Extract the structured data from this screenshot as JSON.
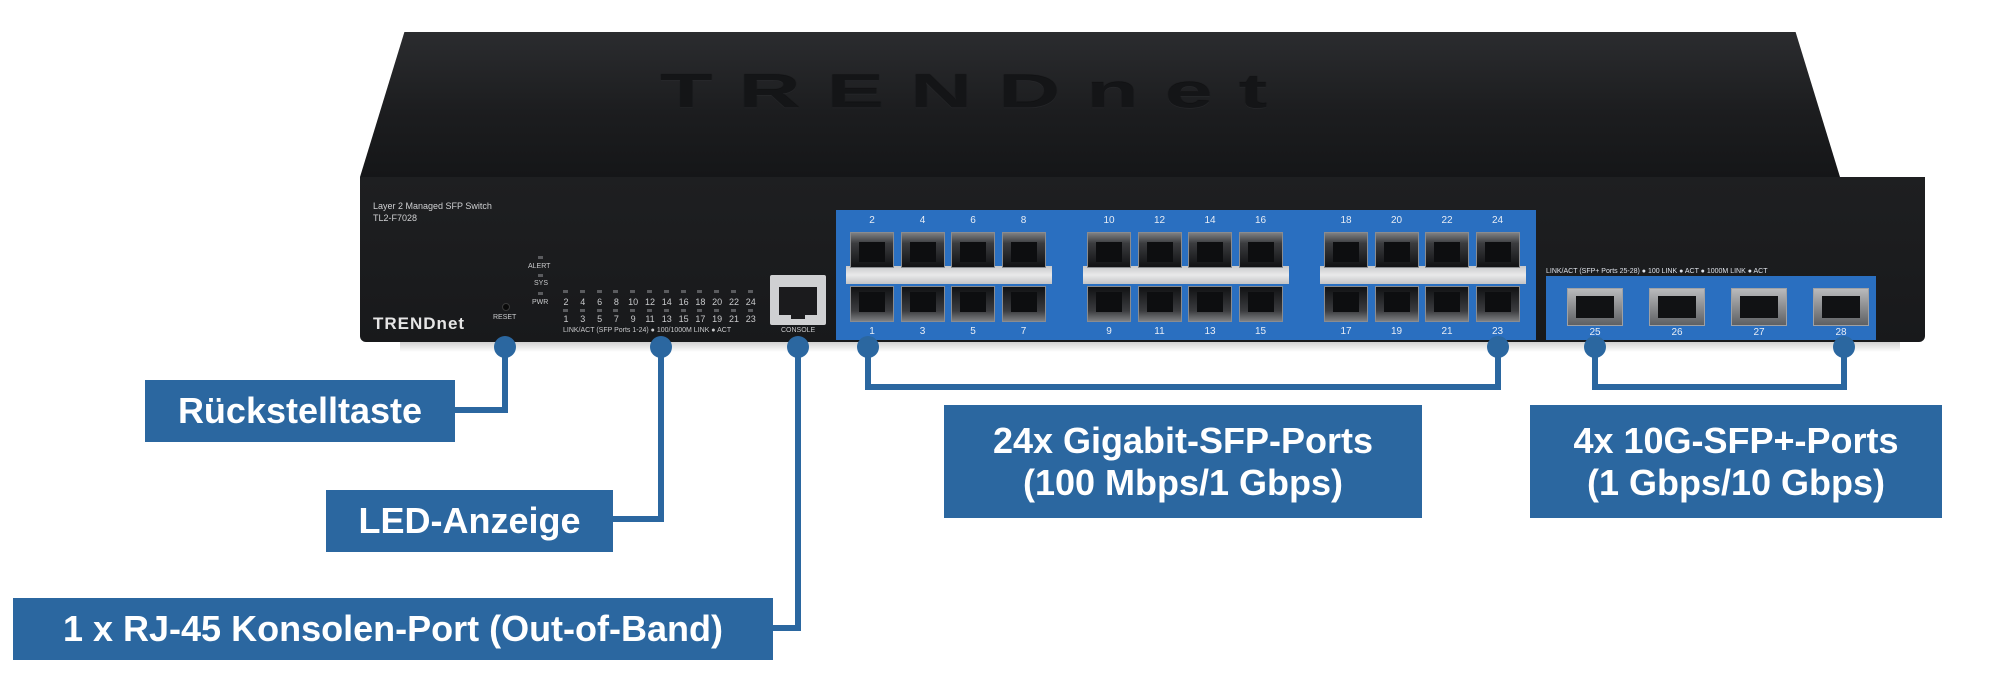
{
  "device": {
    "top_logo": "TRENDnet",
    "model_line1": "Layer 2 Managed SFP Switch",
    "model_line2": "TL2-F7028",
    "brand": "TRENDnet",
    "reset_label": "RESET",
    "status_leds": [
      "ALERT",
      "SYS",
      "PWR"
    ],
    "led_numbers_top": [
      "2",
      "4",
      "6",
      "8",
      "10",
      "12",
      "14",
      "16",
      "18",
      "20",
      "22",
      "24"
    ],
    "led_numbers_bottom": [
      "1",
      "3",
      "5",
      "7",
      "9",
      "11",
      "13",
      "15",
      "17",
      "19",
      "21",
      "23"
    ],
    "led_legend": "LINK/ACT (SFP Ports 1-24)  ● 100/1000M LINK  ● ACT",
    "console_label": "CONSOLE",
    "sfp_top_numbers": [
      "2",
      "4",
      "6",
      "8",
      "10",
      "12",
      "14",
      "16",
      "18",
      "20",
      "22",
      "24"
    ],
    "sfp_bottom_numbers": [
      "1",
      "3",
      "5",
      "7",
      "9",
      "11",
      "13",
      "15",
      "17",
      "19",
      "21",
      "23"
    ],
    "sfp10_legend": "LINK/ACT (SFP+ Ports 25-28) ● 100 LINK ● ACT ● 1000M LINK ● ACT",
    "sfp10_numbers": [
      "25",
      "26",
      "27",
      "28"
    ]
  },
  "callouts": {
    "reset": "Rückstelltaste",
    "led": "LED-Anzeige",
    "console": "1 x RJ-45 Konsolen-Port (Out-of-Band)",
    "sfp_line1": "24x Gigabit-SFP-Ports",
    "sfp_line2": "(100 Mbps/1 Gbps)",
    "sfp10_line1": "4x 10G-SFP+-Ports",
    "sfp10_line2": "(1 Gbps/10 Gbps)"
  },
  "colors": {
    "callout_blue": "#2b67a0",
    "port_blue": "#2a6fc0",
    "chassis": "#1c1d1f"
  }
}
